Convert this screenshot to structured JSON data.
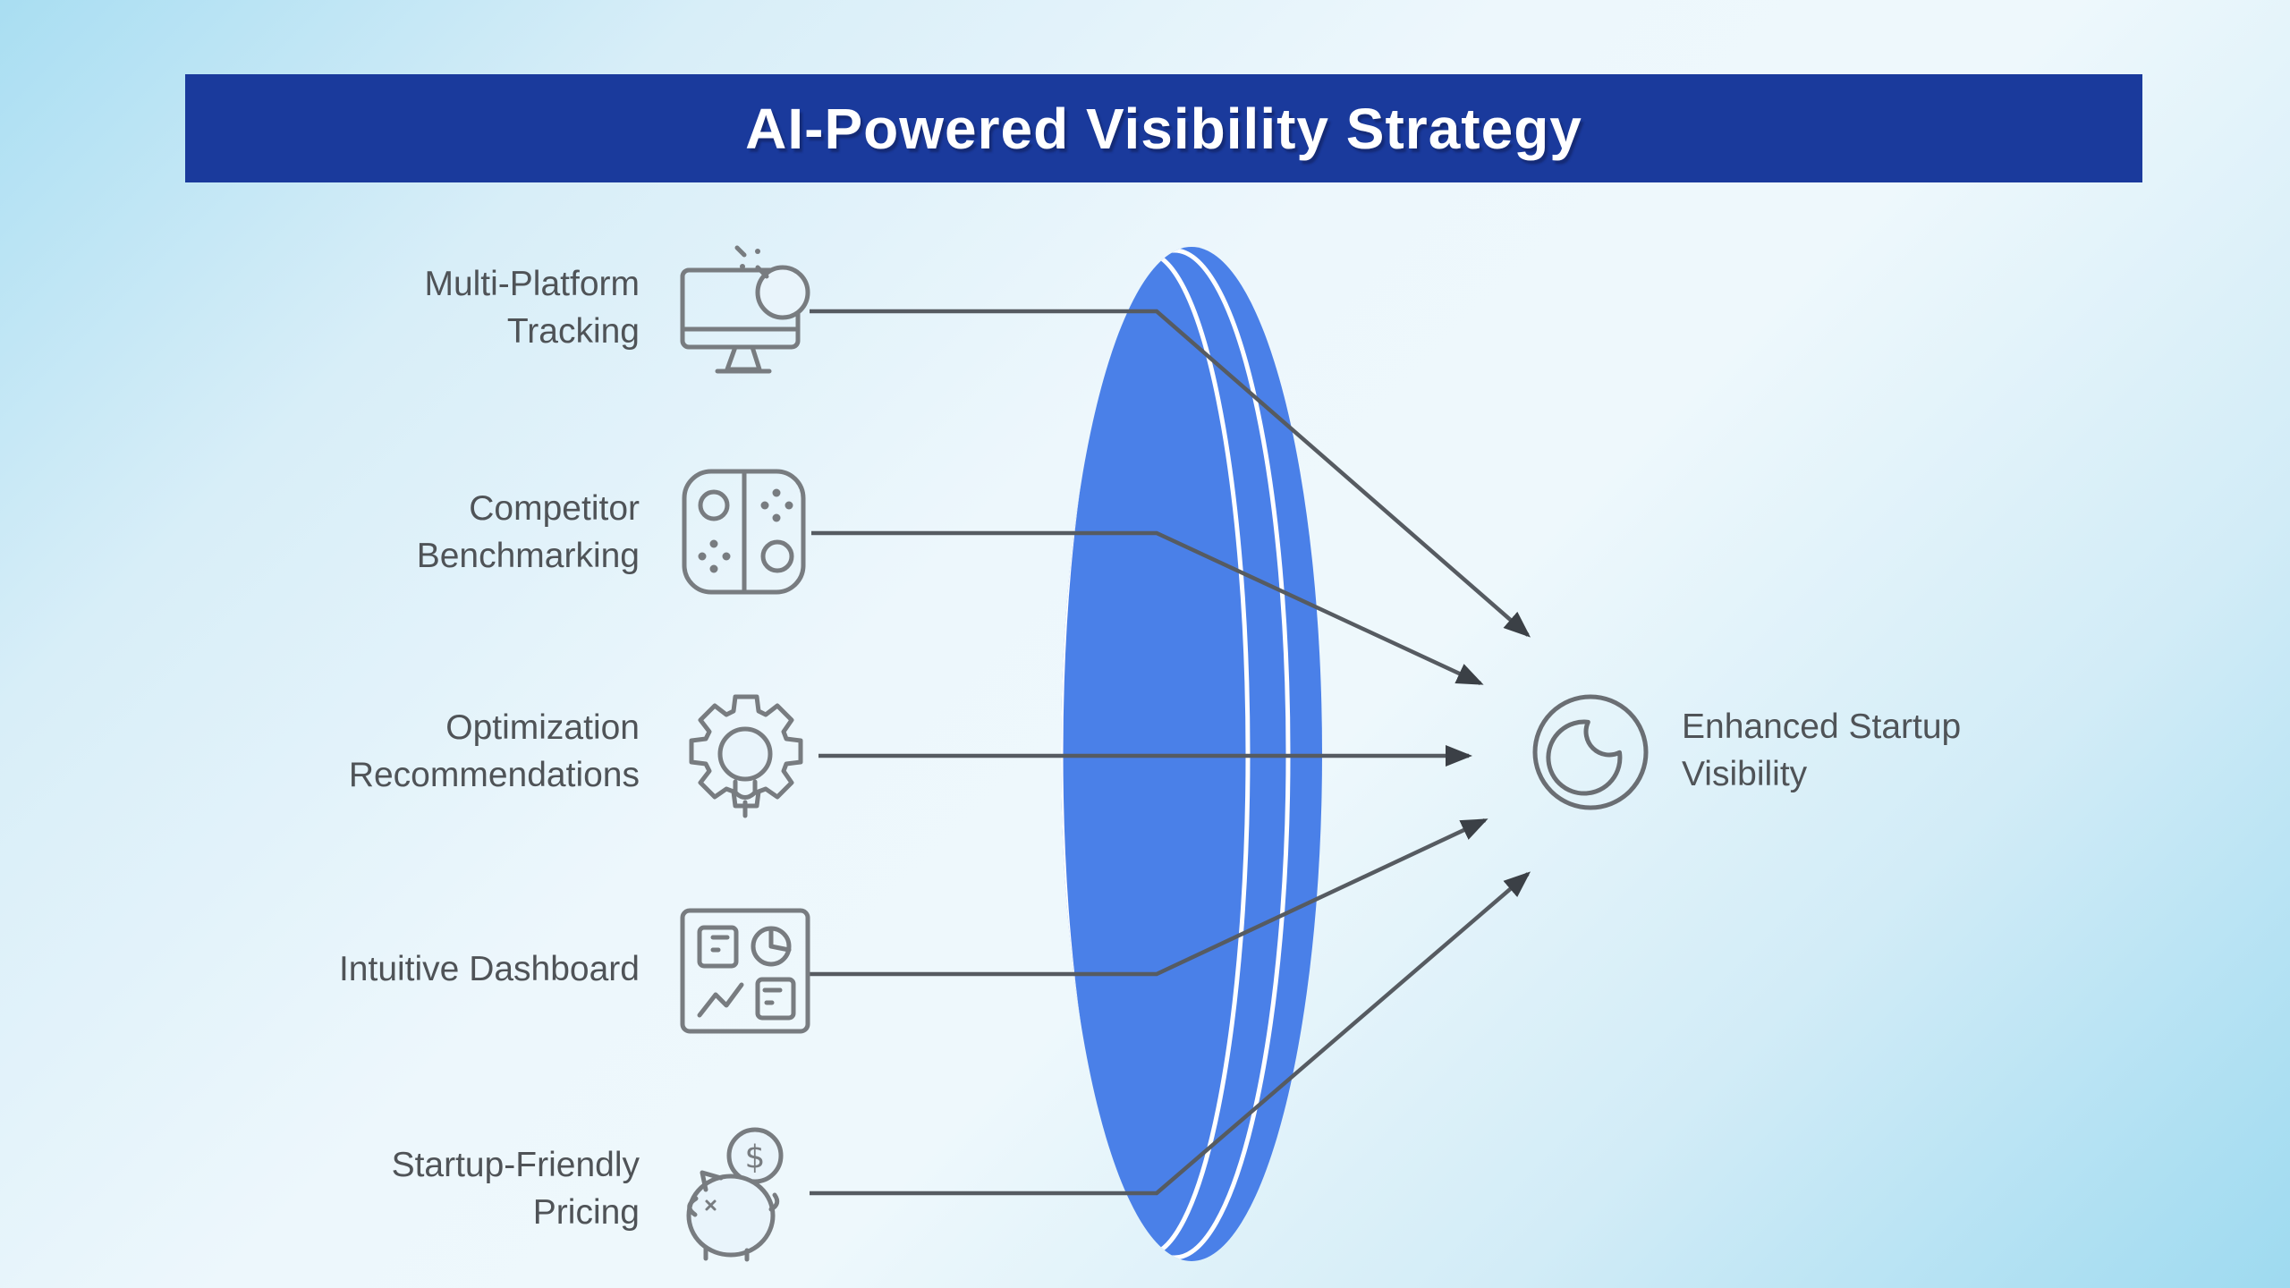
{
  "title": {
    "text": "AI-Powered Visibility Strategy"
  },
  "features": [
    {
      "id": "multi-platform-tracking",
      "label_lines": [
        "Multi-Platform",
        "Tracking"
      ],
      "icon": "monitor-search-icon"
    },
    {
      "id": "competitor-benchmarking",
      "label_lines": [
        "Competitor",
        "Benchmarking"
      ],
      "icon": "comparison-grid-icon"
    },
    {
      "id": "optimization-recommendations",
      "label_lines": [
        "Optimization",
        "Recommendations"
      ],
      "icon": "gear-lightbulb-icon"
    },
    {
      "id": "intuitive-dashboard",
      "label_lines": [
        "Intuitive Dashboard"
      ],
      "icon": "dashboard-charts-icon"
    },
    {
      "id": "startup-friendly-pricing",
      "label_lines": [
        "Startup-Friendly",
        "Pricing"
      ],
      "icon": "piggy-bank-dollar-icon",
      "dollar_symbol": "$"
    }
  ],
  "outcome": {
    "label_lines": [
      "Enhanced Startup",
      "Visibility"
    ],
    "icon": "moon-circle-icon"
  },
  "colors": {
    "banner_blue": "#1a3a9c",
    "title_text": "#ffffff",
    "lens_blue": "#4a80e8",
    "lens_highlight": "#ffffff",
    "connector_gray": "#565b61",
    "arrowhead_gray": "#3b4046",
    "icon_stroke_gray": "#787c80",
    "label_gray": "#4f5357",
    "background_top_left": "#a9def2",
    "background_center": "#eef8fc",
    "background_bottom_right": "#9edaf0"
  }
}
